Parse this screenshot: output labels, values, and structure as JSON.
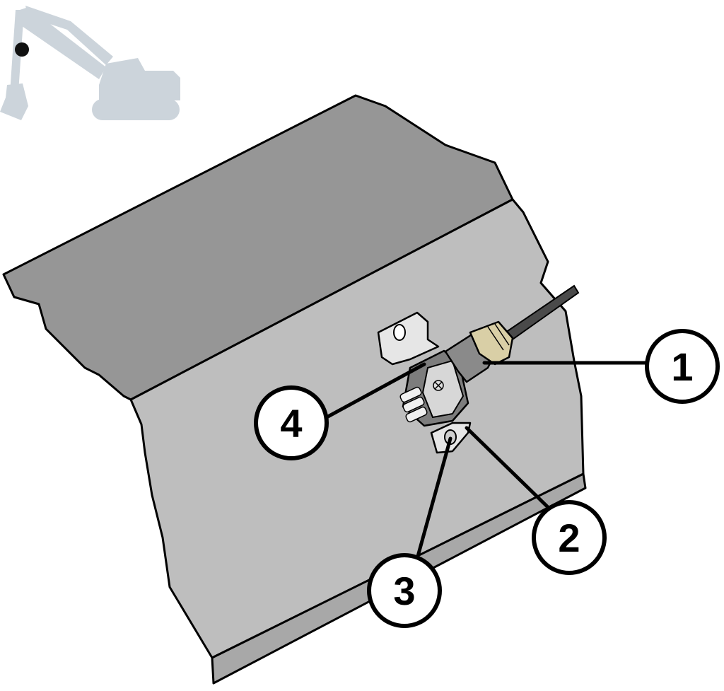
{
  "colors": {
    "background": "#ffffff",
    "boom_upper": "#969696",
    "boom_side": "#bebebe",
    "boom_bottom_strip": "#a8a8a8",
    "outline": "#000000",
    "excavator_icon": "#ccd4db",
    "locator_dot": "#111111",
    "bracket": "#e6e6e6",
    "connector_body": "#7d7d7d",
    "gland_nut": "#d9cfa6",
    "cable": "#4a4a4a"
  },
  "icons": {
    "overview": "excavator-icon",
    "locator": "location-dot-icon"
  },
  "callouts": [
    {
      "id": "1",
      "label": "1",
      "target": "cable-gland"
    },
    {
      "id": "2",
      "label": "2",
      "target": "mounting-bracket"
    },
    {
      "id": "3",
      "label": "3",
      "target": "mounting-screw"
    },
    {
      "id": "4",
      "label": "4",
      "target": "connector-housing"
    }
  ]
}
